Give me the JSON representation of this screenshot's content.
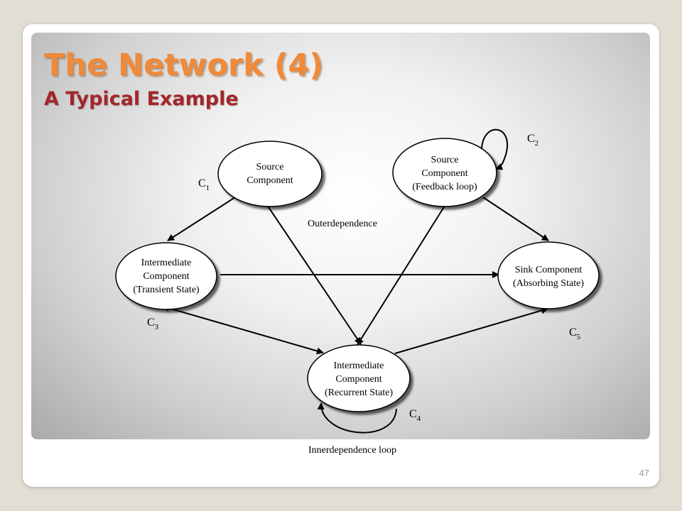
{
  "slide": {
    "title": "The Network (4)",
    "subtitle": "A Typical Example",
    "page_number": "47"
  },
  "diagram": {
    "nodes": {
      "source1": [
        "Source",
        "Component"
      ],
      "source2": [
        "Source",
        "Component",
        "(Feedback loop)"
      ],
      "transient": [
        "Intermediate",
        "Component",
        "(Transient State)"
      ],
      "sink": [
        "Sink Component",
        "(Absorbing State)"
      ],
      "recurrent": [
        "Intermediate",
        "Component",
        "(Recurrent State)"
      ]
    },
    "cluster_labels": {
      "c1": {
        "base": "C",
        "sub": "1"
      },
      "c2": {
        "base": "C",
        "sub": "2"
      },
      "c3": {
        "base": "C",
        "sub": "3"
      },
      "c4": {
        "base": "C",
        "sub": "4"
      },
      "c5": {
        "base": "C",
        "sub": "5"
      }
    },
    "outer_label": "Outerdependence",
    "inner_label": "Innerdependence loop"
  }
}
